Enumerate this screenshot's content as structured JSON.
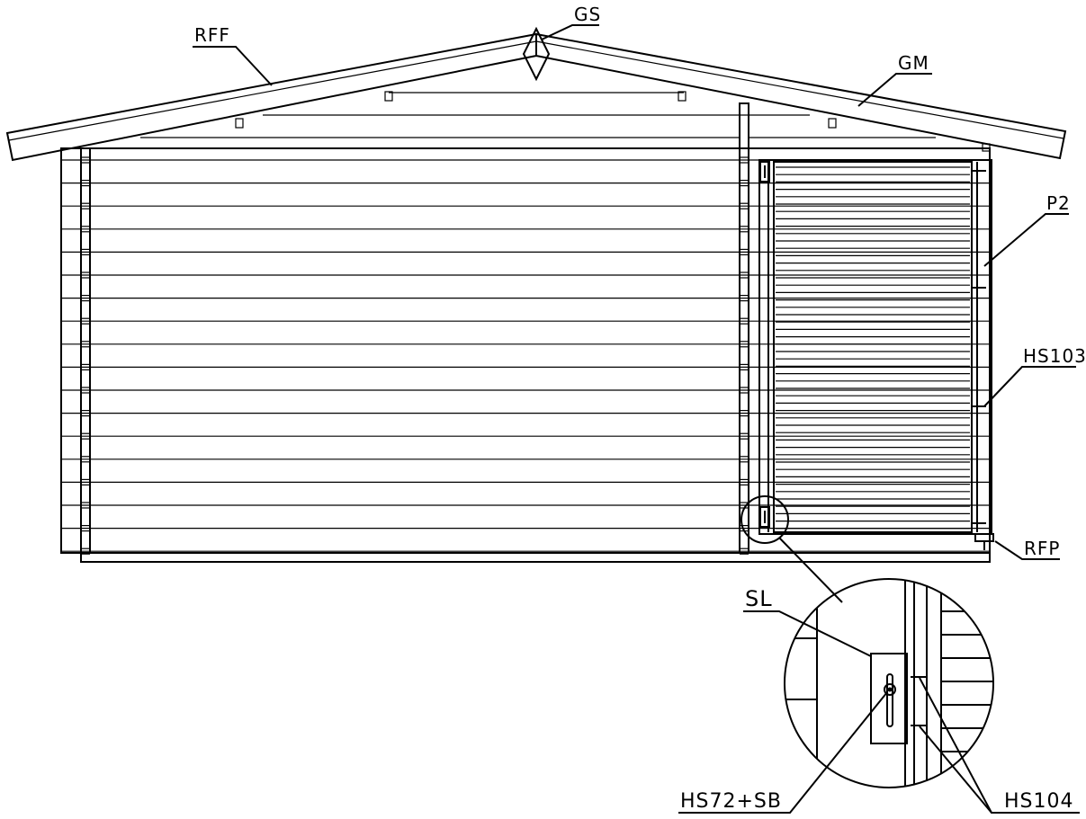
{
  "labels": {
    "rff": "RFF",
    "gs": "GS",
    "gm": "GM",
    "p2": "P2",
    "hs103": "HS103",
    "rfp": "RFP",
    "sl": "SL",
    "hs72sb": "HS72+SB",
    "hs104": "HS104"
  },
  "colors": {
    "line": "#000000",
    "background": "#ffffff"
  }
}
